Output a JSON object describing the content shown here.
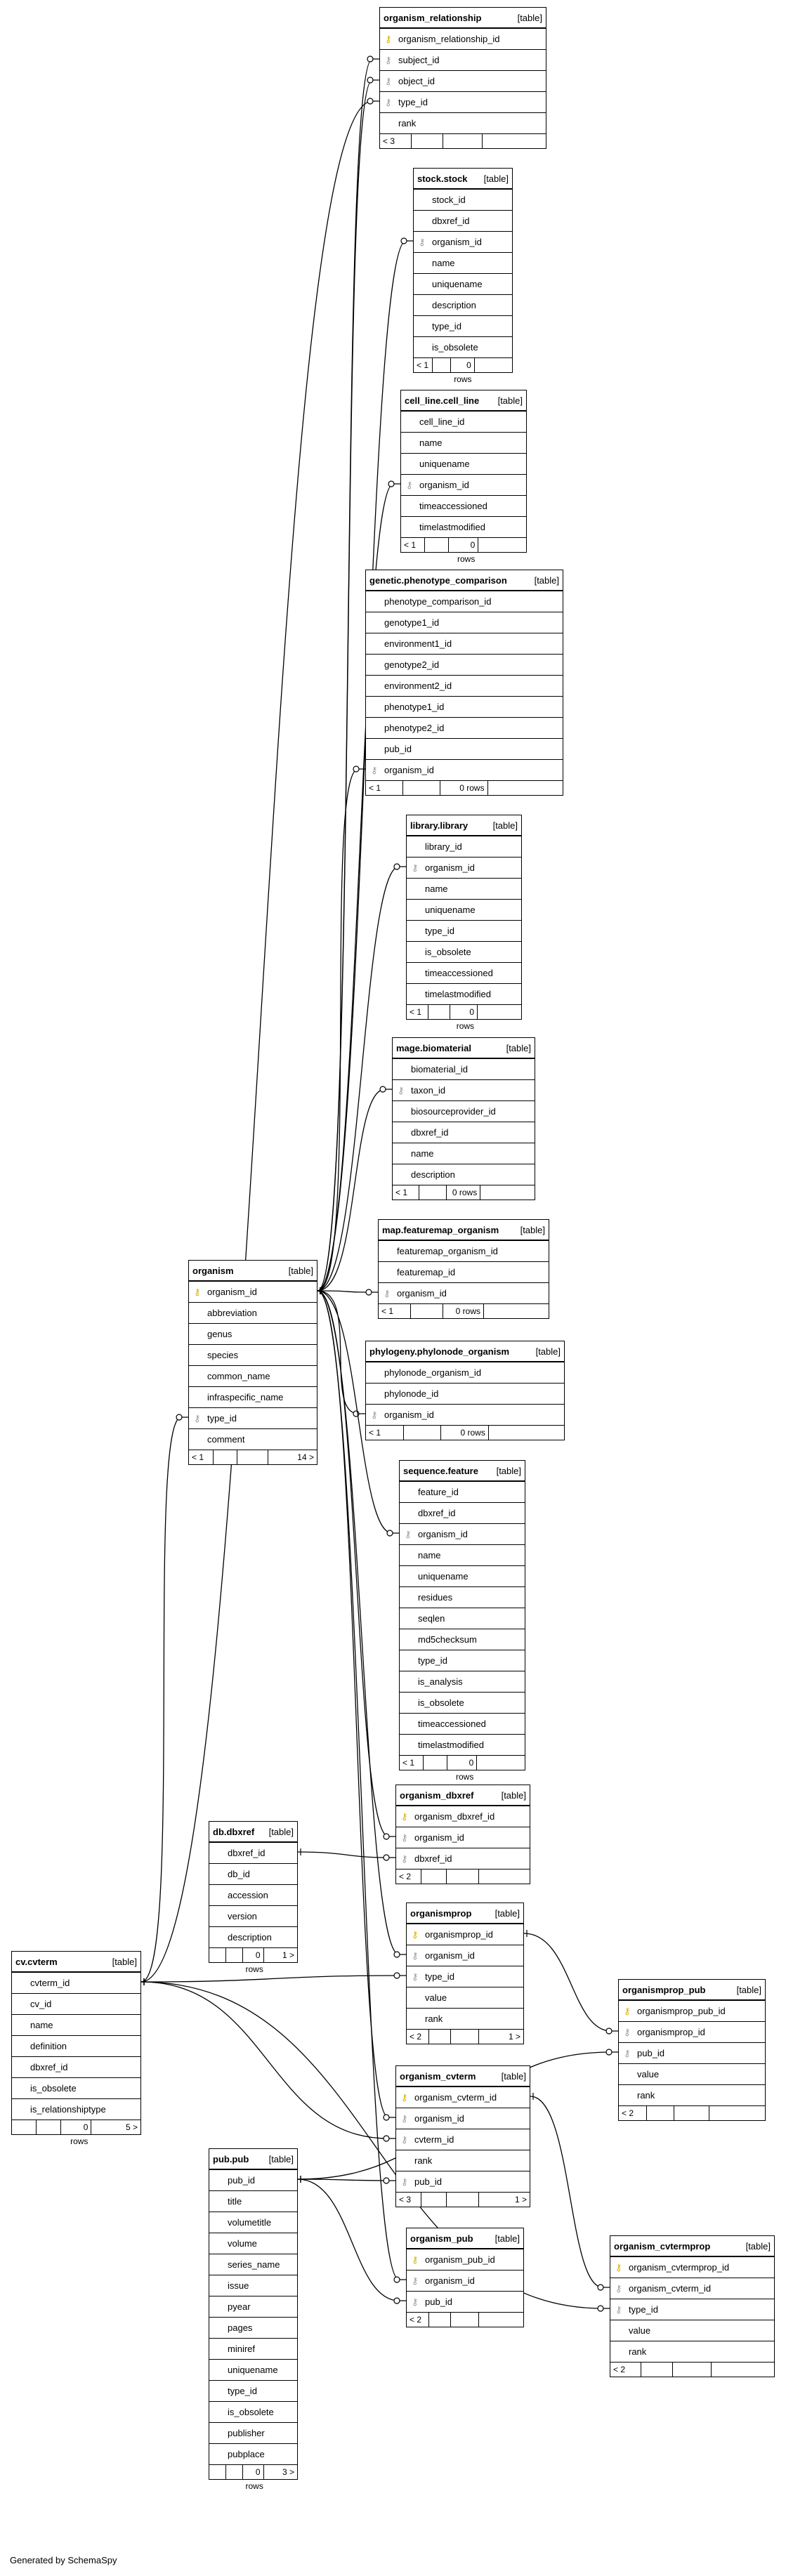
{
  "credit": "Generated by SchemaSpy",
  "icons": {
    "primary_key": "key-icon",
    "foreign_key": "key-icon",
    "relation_end": "crows-foot-icon"
  },
  "colors": {
    "primary_key": "#d8b000",
    "foreign_key": "#999999"
  },
  "tables": [
    {
      "id": "organism_relationship",
      "name": "organism_relationship",
      "kind": "[table]",
      "columns": [
        {
          "n": "organism_relationship_id",
          "k": "pk"
        },
        {
          "n": "subject_id",
          "k": "fk"
        },
        {
          "n": "object_id",
          "k": "fk"
        },
        {
          "n": "type_id",
          "k": "fk"
        },
        {
          "n": "rank",
          "k": ""
        }
      ],
      "footer": [
        "< 3",
        "",
        "",
        ""
      ]
    },
    {
      "id": "stock_stock",
      "name": "stock.stock",
      "kind": "[table]",
      "columns": [
        {
          "n": "stock_id",
          "k": ""
        },
        {
          "n": "dbxref_id",
          "k": ""
        },
        {
          "n": "organism_id",
          "k": "fk"
        },
        {
          "n": "name",
          "k": ""
        },
        {
          "n": "uniquename",
          "k": ""
        },
        {
          "n": "description",
          "k": ""
        },
        {
          "n": "type_id",
          "k": ""
        },
        {
          "n": "is_obsolete",
          "k": ""
        }
      ],
      "footer": [
        "< 1",
        "",
        "0 rows",
        ""
      ]
    },
    {
      "id": "cell_line",
      "name": "cell_line.cell_line",
      "kind": "[table]",
      "columns": [
        {
          "n": "cell_line_id",
          "k": ""
        },
        {
          "n": "name",
          "k": ""
        },
        {
          "n": "uniquename",
          "k": ""
        },
        {
          "n": "organism_id",
          "k": "fk"
        },
        {
          "n": "timeaccessioned",
          "k": ""
        },
        {
          "n": "timelastmodified",
          "k": ""
        }
      ],
      "footer": [
        "< 1",
        "",
        "0 rows",
        ""
      ]
    },
    {
      "id": "phenotype_comparison",
      "name": "genetic.phenotype_comparison",
      "kind": "[table]",
      "columns": [
        {
          "n": "phenotype_comparison_id",
          "k": ""
        },
        {
          "n": "genotype1_id",
          "k": ""
        },
        {
          "n": "environment1_id",
          "k": ""
        },
        {
          "n": "genotype2_id",
          "k": ""
        },
        {
          "n": "environment2_id",
          "k": ""
        },
        {
          "n": "phenotype1_id",
          "k": ""
        },
        {
          "n": "phenotype2_id",
          "k": ""
        },
        {
          "n": "pub_id",
          "k": ""
        },
        {
          "n": "organism_id",
          "k": "fk"
        }
      ],
      "footer": [
        "< 1",
        "",
        "0 rows",
        ""
      ]
    },
    {
      "id": "library",
      "name": "library.library",
      "kind": "[table]",
      "columns": [
        {
          "n": "library_id",
          "k": ""
        },
        {
          "n": "organism_id",
          "k": "fk"
        },
        {
          "n": "name",
          "k": ""
        },
        {
          "n": "uniquename",
          "k": ""
        },
        {
          "n": "type_id",
          "k": ""
        },
        {
          "n": "is_obsolete",
          "k": ""
        },
        {
          "n": "timeaccessioned",
          "k": ""
        },
        {
          "n": "timelastmodified",
          "k": ""
        }
      ],
      "footer": [
        "< 1",
        "",
        "0 rows",
        ""
      ]
    },
    {
      "id": "biomaterial",
      "name": "mage.biomaterial",
      "kind": "[table]",
      "columns": [
        {
          "n": "biomaterial_id",
          "k": ""
        },
        {
          "n": "taxon_id",
          "k": "fk"
        },
        {
          "n": "biosourceprovider_id",
          "k": ""
        },
        {
          "n": "dbxref_id",
          "k": ""
        },
        {
          "n": "name",
          "k": ""
        },
        {
          "n": "description",
          "k": ""
        }
      ],
      "footer": [
        "< 1",
        "",
        "0 rows",
        ""
      ]
    },
    {
      "id": "featuremap_organism",
      "name": "map.featuremap_organism",
      "kind": "[table]",
      "columns": [
        {
          "n": "featuremap_organism_id",
          "k": ""
        },
        {
          "n": "featuremap_id",
          "k": ""
        },
        {
          "n": "organism_id",
          "k": "fk"
        }
      ],
      "footer": [
        "< 1",
        "",
        "0 rows",
        ""
      ]
    },
    {
      "id": "phylonode_organism",
      "name": "phylogeny.phylonode_organism",
      "kind": "[table]",
      "columns": [
        {
          "n": "phylonode_organism_id",
          "k": ""
        },
        {
          "n": "phylonode_id",
          "k": ""
        },
        {
          "n": "organism_id",
          "k": "fk"
        }
      ],
      "footer": [
        "< 1",
        "",
        "0 rows",
        ""
      ]
    },
    {
      "id": "organism",
      "name": "organism",
      "kind": "[table]",
      "columns": [
        {
          "n": "organism_id",
          "k": "pk"
        },
        {
          "n": "abbreviation",
          "k": ""
        },
        {
          "n": "genus",
          "k": ""
        },
        {
          "n": "species",
          "k": ""
        },
        {
          "n": "common_name",
          "k": ""
        },
        {
          "n": "infraspecific_name",
          "k": ""
        },
        {
          "n": "type_id",
          "k": "fk"
        },
        {
          "n": "comment",
          "k": ""
        }
      ],
      "footer": [
        "< 1",
        "",
        "",
        "14 >"
      ]
    },
    {
      "id": "feature",
      "name": "sequence.feature",
      "kind": "[table]",
      "columns": [
        {
          "n": "feature_id",
          "k": ""
        },
        {
          "n": "dbxref_id",
          "k": ""
        },
        {
          "n": "organism_id",
          "k": "fk"
        },
        {
          "n": "name",
          "k": ""
        },
        {
          "n": "uniquename",
          "k": ""
        },
        {
          "n": "residues",
          "k": ""
        },
        {
          "n": "seqlen",
          "k": ""
        },
        {
          "n": "md5checksum",
          "k": ""
        },
        {
          "n": "type_id",
          "k": ""
        },
        {
          "n": "is_analysis",
          "k": ""
        },
        {
          "n": "is_obsolete",
          "k": ""
        },
        {
          "n": "timeaccessioned",
          "k": ""
        },
        {
          "n": "timelastmodified",
          "k": ""
        }
      ],
      "footer": [
        "< 1",
        "",
        "0 rows",
        ""
      ]
    },
    {
      "id": "organism_dbxref",
      "name": "organism_dbxref",
      "kind": "[table]",
      "columns": [
        {
          "n": "organism_dbxref_id",
          "k": "pk"
        },
        {
          "n": "organism_id",
          "k": "fk"
        },
        {
          "n": "dbxref_id",
          "k": "fk"
        }
      ],
      "footer": [
        "< 2",
        "",
        "",
        ""
      ]
    },
    {
      "id": "dbxref",
      "name": "db.dbxref",
      "kind": "[table]",
      "columns": [
        {
          "n": "dbxref_id",
          "k": ""
        },
        {
          "n": "db_id",
          "k": ""
        },
        {
          "n": "accession",
          "k": ""
        },
        {
          "n": "version",
          "k": ""
        },
        {
          "n": "description",
          "k": ""
        }
      ],
      "footer": [
        "",
        "",
        "0 rows",
        "1 >"
      ]
    },
    {
      "id": "organismprop",
      "name": "organismprop",
      "kind": "[table]",
      "columns": [
        {
          "n": "organismprop_id",
          "k": "pk"
        },
        {
          "n": "organism_id",
          "k": "fk"
        },
        {
          "n": "type_id",
          "k": "fk"
        },
        {
          "n": "value",
          "k": ""
        },
        {
          "n": "rank",
          "k": ""
        }
      ],
      "footer": [
        "< 2",
        "",
        "",
        "1 >"
      ]
    },
    {
      "id": "cvterm",
      "name": "cv.cvterm",
      "kind": "[table]",
      "columns": [
        {
          "n": "cvterm_id",
          "k": ""
        },
        {
          "n": "cv_id",
          "k": ""
        },
        {
          "n": "name",
          "k": ""
        },
        {
          "n": "definition",
          "k": ""
        },
        {
          "n": "dbxref_id",
          "k": ""
        },
        {
          "n": "is_obsolete",
          "k": ""
        },
        {
          "n": "is_relationshiptype",
          "k": ""
        }
      ],
      "footer": [
        "",
        "",
        "0 rows",
        "5 >"
      ]
    },
    {
      "id": "organismprop_pub",
      "name": "organismprop_pub",
      "kind": "[table]",
      "columns": [
        {
          "n": "organismprop_pub_id",
          "k": "pk"
        },
        {
          "n": "organismprop_id",
          "k": "fk"
        },
        {
          "n": "pub_id",
          "k": "fk"
        },
        {
          "n": "value",
          "k": ""
        },
        {
          "n": "rank",
          "k": ""
        }
      ],
      "footer": [
        "< 2",
        "",
        "",
        ""
      ]
    },
    {
      "id": "organism_cvterm",
      "name": "organism_cvterm",
      "kind": "[table]",
      "columns": [
        {
          "n": "organism_cvterm_id",
          "k": "pk"
        },
        {
          "n": "organism_id",
          "k": "fk"
        },
        {
          "n": "cvterm_id",
          "k": "fk"
        },
        {
          "n": "rank",
          "k": ""
        },
        {
          "n": "pub_id",
          "k": "fk"
        }
      ],
      "footer": [
        "< 3",
        "",
        "",
        "1 >"
      ]
    },
    {
      "id": "pub",
      "name": "pub.pub",
      "kind": "[table]",
      "columns": [
        {
          "n": "pub_id",
          "k": ""
        },
        {
          "n": "title",
          "k": ""
        },
        {
          "n": "volumetitle",
          "k": ""
        },
        {
          "n": "volume",
          "k": ""
        },
        {
          "n": "series_name",
          "k": ""
        },
        {
          "n": "issue",
          "k": ""
        },
        {
          "n": "pyear",
          "k": ""
        },
        {
          "n": "pages",
          "k": ""
        },
        {
          "n": "miniref",
          "k": ""
        },
        {
          "n": "uniquename",
          "k": ""
        },
        {
          "n": "type_id",
          "k": ""
        },
        {
          "n": "is_obsolete",
          "k": ""
        },
        {
          "n": "publisher",
          "k": ""
        },
        {
          "n": "pubplace",
          "k": ""
        }
      ],
      "footer": [
        "",
        "",
        "0 rows",
        "3 >"
      ]
    },
    {
      "id": "organism_pub",
      "name": "organism_pub",
      "kind": "[table]",
      "columns": [
        {
          "n": "organism_pub_id",
          "k": "pk"
        },
        {
          "n": "organism_id",
          "k": "fk"
        },
        {
          "n": "pub_id",
          "k": "fk"
        }
      ],
      "footer": [
        "< 2",
        "",
        "",
        ""
      ]
    },
    {
      "id": "organism_cvtermprop",
      "name": "organism_cvtermprop",
      "kind": "[table]",
      "columns": [
        {
          "n": "organism_cvtermprop_id",
          "k": "pk"
        },
        {
          "n": "organism_cvterm_id",
          "k": "fk"
        },
        {
          "n": "type_id",
          "k": "fk"
        },
        {
          "n": "value",
          "k": ""
        },
        {
          "n": "rank",
          "k": ""
        }
      ],
      "footer": [
        "< 2",
        "",
        "",
        ""
      ]
    }
  ]
}
